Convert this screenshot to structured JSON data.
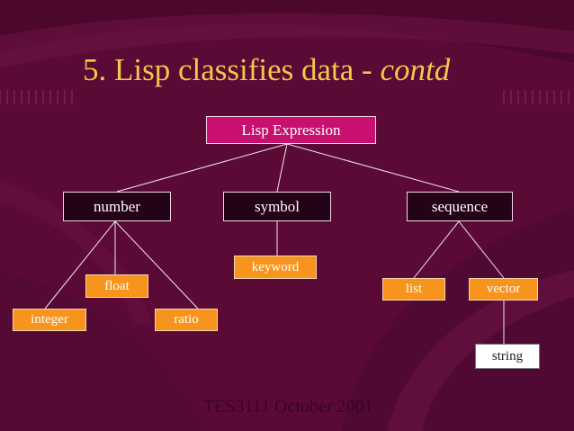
{
  "slide": {
    "title_main": "5. Lisp classifies data - ",
    "title_emphasis": "contd",
    "footer": "TES3111 October 2001"
  },
  "tree": {
    "root": "Lisp Expression",
    "number": "number",
    "symbol": "symbol",
    "sequence": "sequence",
    "float": "float",
    "integer": "integer",
    "ratio": "ratio",
    "keyword": "keyword",
    "list": "list",
    "vector": "vector",
    "string": "string"
  },
  "colors": {
    "background": "#5b0a36",
    "title": "#f2c84a",
    "root_box": "#c8106e",
    "category_box": "#240217",
    "leaf_box": "#f7941d",
    "string_box": "#ffffff"
  }
}
